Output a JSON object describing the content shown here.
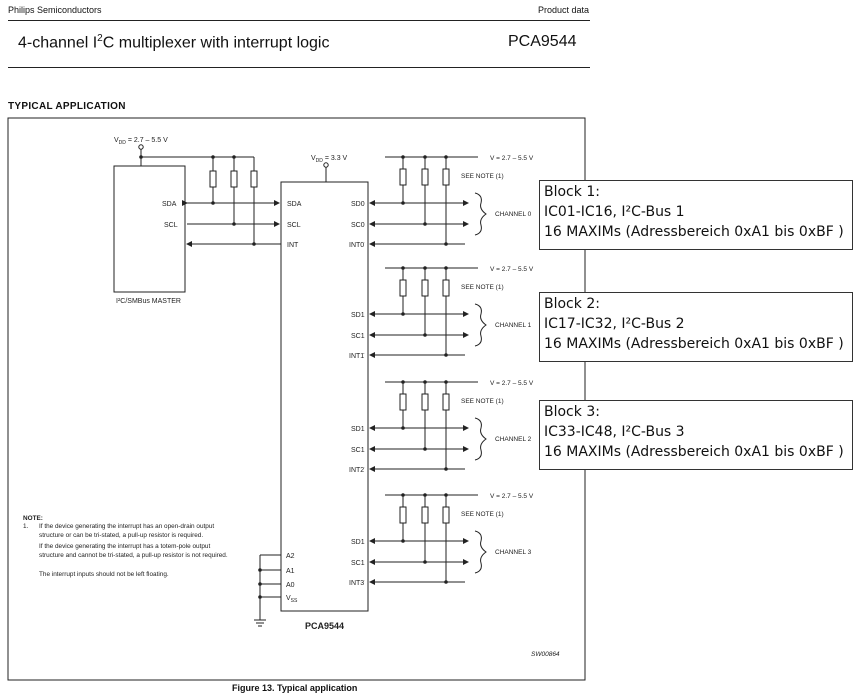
{
  "header": {
    "company": "Philips Semiconductors",
    "doc_type": "Product data",
    "title_pre": "4-channel I",
    "title_sup": "2",
    "title_post": "C multiplexer with interrupt logic",
    "part_number": "PCA9544"
  },
  "section_title": "TYPICAL APPLICATION",
  "schematic": {
    "master": {
      "vdd_label": "V",
      "vdd_sub": "DD",
      "vdd_value": " = 2.7 – 5.5 V",
      "pins": [
        "SDA",
        "SCL"
      ],
      "caption": "I²C/SMBus MASTER"
    },
    "mux": {
      "vdd_label": "V",
      "vdd_sub": "DD",
      "vdd_value": " = 3.3 V",
      "left_pins": [
        "SDA",
        "SCL",
        "INT"
      ],
      "address_pins": [
        "A2",
        "A1",
        "A0"
      ],
      "vss_label": "V",
      "vss_sub": "SS",
      "name": "PCA9544"
    },
    "channels": [
      {
        "sd": "SD0",
        "sc": "SC0",
        "int": "INT0",
        "supply": "V = 2.7 – 5.5 V",
        "see_note": "SEE NOTE (1)",
        "label": "CHANNEL 0"
      },
      {
        "sd": "SD1",
        "sc": "SC1",
        "int": "INT1",
        "supply": "V = 2.7 – 5.5 V",
        "see_note": "SEE NOTE (1)",
        "label": "CHANNEL 1"
      },
      {
        "sd": "SD1",
        "sc": "SC1",
        "int": "INT2",
        "supply": "V = 2.7 – 5.5 V",
        "see_note": "SEE NOTE (1)",
        "label": "CHANNEL 2"
      },
      {
        "sd": "SD1",
        "sc": "SC1",
        "int": "INT3",
        "supply": "V = 2.7 – 5.5 V",
        "see_note": "SEE NOTE (1)",
        "label": "CHANNEL 3"
      }
    ],
    "drawing_id": "SW00864"
  },
  "notes": {
    "heading": "NOTE:",
    "number": "1.",
    "paragraphs": [
      "If the device generating the interrupt has an open-drain output structure or can be tri-stated, a pull-up resistor is required.",
      "If the device generating the interrupt has a totem-pole output structure and cannot be tri-stated, a pull-up resistor is not required.",
      "The interrupt inputs should not be left floating."
    ]
  },
  "blocks": [
    {
      "title": "Block 1:",
      "line1": "IC01-IC16, I²C-Bus 1",
      "line2": "16 MAXIMs (Adressbereich 0xA1 bis 0xBF )"
    },
    {
      "title": "Block 2:",
      "line1": "IC17-IC32, I²C-Bus 2",
      "line2": "16 MAXIMs (Adressbereich 0xA1 bis 0xBF )"
    },
    {
      "title": "Block 3:",
      "line1": "IC33-IC48, I²C-Bus 3",
      "line2": "16 MAXIMs (Adressbereich 0xA1 bis 0xBF )"
    }
  ],
  "figure_caption": "Figure 13.  Typical application"
}
